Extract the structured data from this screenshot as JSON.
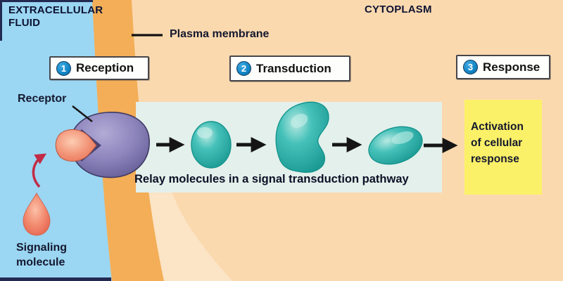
{
  "diagram": {
    "title_regions": {
      "extracellular_fluid_line1": "EXTRACELLULAR",
      "extracellular_fluid_line2": "FLUID",
      "cytoplasm": "CYTOPLASM"
    },
    "labels": {
      "plasma_membrane": "Plasma membrane",
      "receptor": "Receptor",
      "signaling_molecule_line1": "Signaling",
      "signaling_molecule_line2": "molecule",
      "relay_caption": "Relay molecules in a signal transduction pathway"
    },
    "steps": [
      {
        "number": "1",
        "label": "Reception"
      },
      {
        "number": "2",
        "label": "Transduction"
      },
      {
        "number": "3",
        "label": "Response"
      }
    ],
    "response_box": {
      "line1": "Activation",
      "line2": "of cellular",
      "line3": "response"
    },
    "colors": {
      "extracellular_fluid_blue": "#9BD6F2",
      "plasma_membrane_orange": "#F3AE57",
      "cytoplasm_peach": "#FBD9AF",
      "relay_band": "#E3F0EB",
      "relay_molecule_teal": "#2AB3AC",
      "receptor_purple": "#8D85BC",
      "signaling_molecule_salmon": "#F0876B",
      "response_yellow": "#FBF168",
      "step_circle_blue": "#1588C8",
      "flow_arrow_black": "#151515",
      "signal_arrow_red": "#C22B45",
      "label_navy": "#10163A"
    }
  }
}
